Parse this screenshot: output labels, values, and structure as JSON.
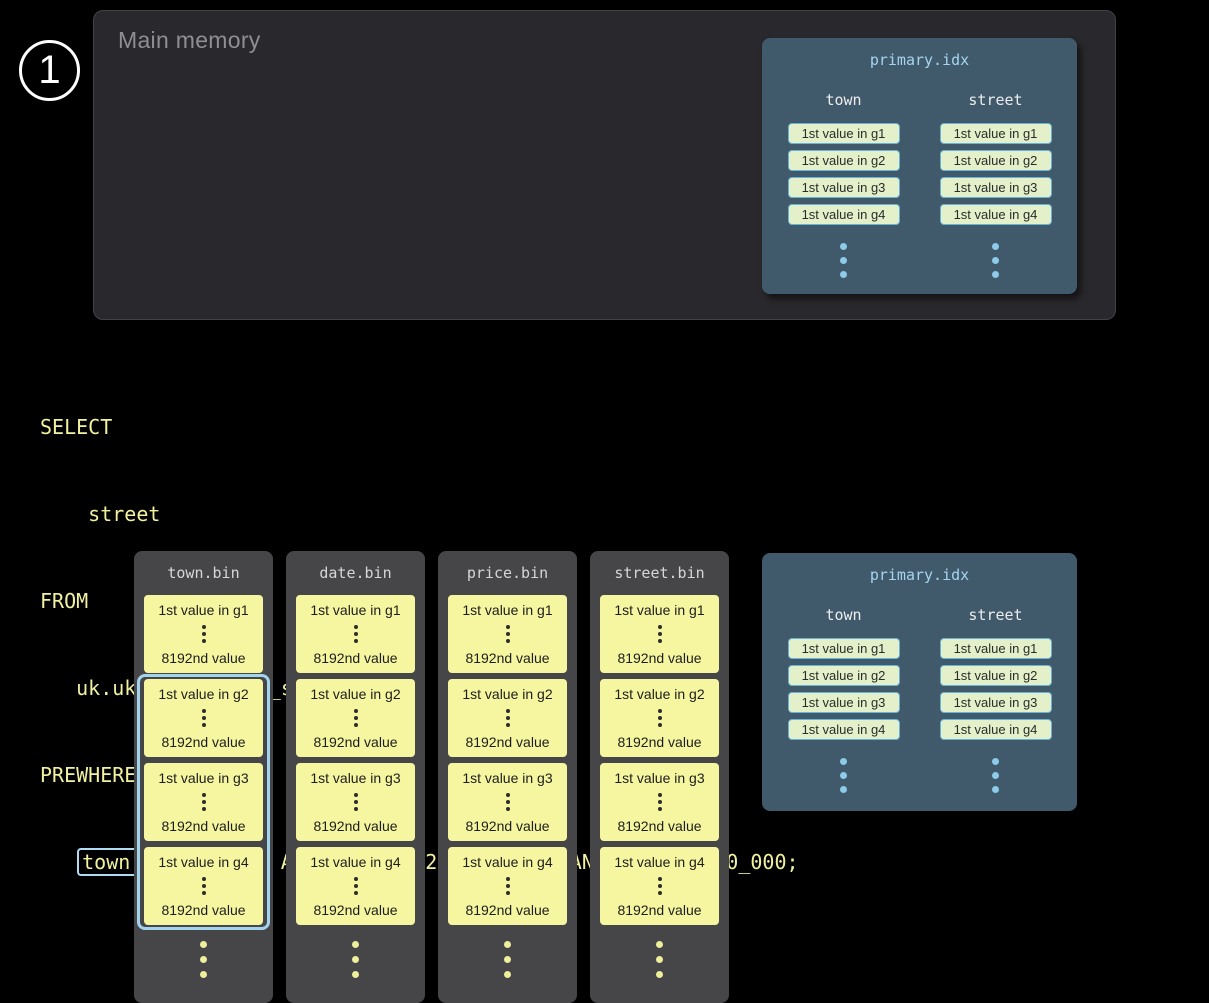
{
  "step_badge": {
    "number": "1"
  },
  "main_memory": {
    "label": "Main memory"
  },
  "primary_idx": {
    "title": "primary.idx",
    "columns": [
      {
        "name": "town",
        "cells": [
          "1st value in g1",
          "1st value in g2",
          "1st value in g3",
          "1st value in g4"
        ]
      },
      {
        "name": "street",
        "cells": [
          "1st value in g1",
          "1st value in g2",
          "1st value in g3",
          "1st value in g4"
        ]
      }
    ]
  },
  "sql": {
    "line1": "SELECT",
    "line2": "    street",
    "line3": "FROM",
    "line4": "   uk.uk_price_paid_simple",
    "line5": "PREWHERE",
    "line6_indent": "   ",
    "line6_highlight": "town = 'LONDON'",
    "line6_rest": " AND date > '2024-12-31' AND price < 10_000;"
  },
  "bin_columns": [
    {
      "title": "town.bin",
      "granules": [
        {
          "first": "1st value in g1",
          "last": "8192nd value"
        },
        {
          "first": "1st value in g2",
          "last": "8192nd value"
        },
        {
          "first": "1st value in g3",
          "last": "8192nd value"
        },
        {
          "first": "1st value in g4",
          "last": "8192nd value"
        }
      ]
    },
    {
      "title": "date.bin",
      "granules": [
        {
          "first": "1st value in g1",
          "last": "8192nd value"
        },
        {
          "first": "1st value in g2",
          "last": "8192nd value"
        },
        {
          "first": "1st value in g3",
          "last": "8192nd value"
        },
        {
          "first": "1st value in g4",
          "last": "8192nd value"
        }
      ]
    },
    {
      "title": "price.bin",
      "granules": [
        {
          "first": "1st value in g1",
          "last": "8192nd value"
        },
        {
          "first": "1st value in g2",
          "last": "8192nd value"
        },
        {
          "first": "1st value in g3",
          "last": "8192nd value"
        },
        {
          "first": "1st value in g4",
          "last": "8192nd value"
        }
      ]
    },
    {
      "title": "street.bin",
      "granules": [
        {
          "first": "1st value in g1",
          "last": "8192nd value"
        },
        {
          "first": "1st value in g2",
          "last": "8192nd value"
        },
        {
          "first": "1st value in g3",
          "last": "8192nd value"
        },
        {
          "first": "1st value in g4",
          "last": "8192nd value"
        }
      ]
    }
  ],
  "colors": {
    "background": "#000000",
    "main_memory_panel": "#29292d",
    "primary_idx_panel": "#415a6b",
    "bin_panel": "#464649",
    "granule_yellow": "#f6f6a0",
    "index_cell_green": "#e3f0c9",
    "index_cell_border": "#69b3da",
    "sql_yellow": "#f1f1a0",
    "highlight_blue": "#aedcf2",
    "dots_blue": "#8ccbe9",
    "dots_yellow": "#eeee9b"
  }
}
